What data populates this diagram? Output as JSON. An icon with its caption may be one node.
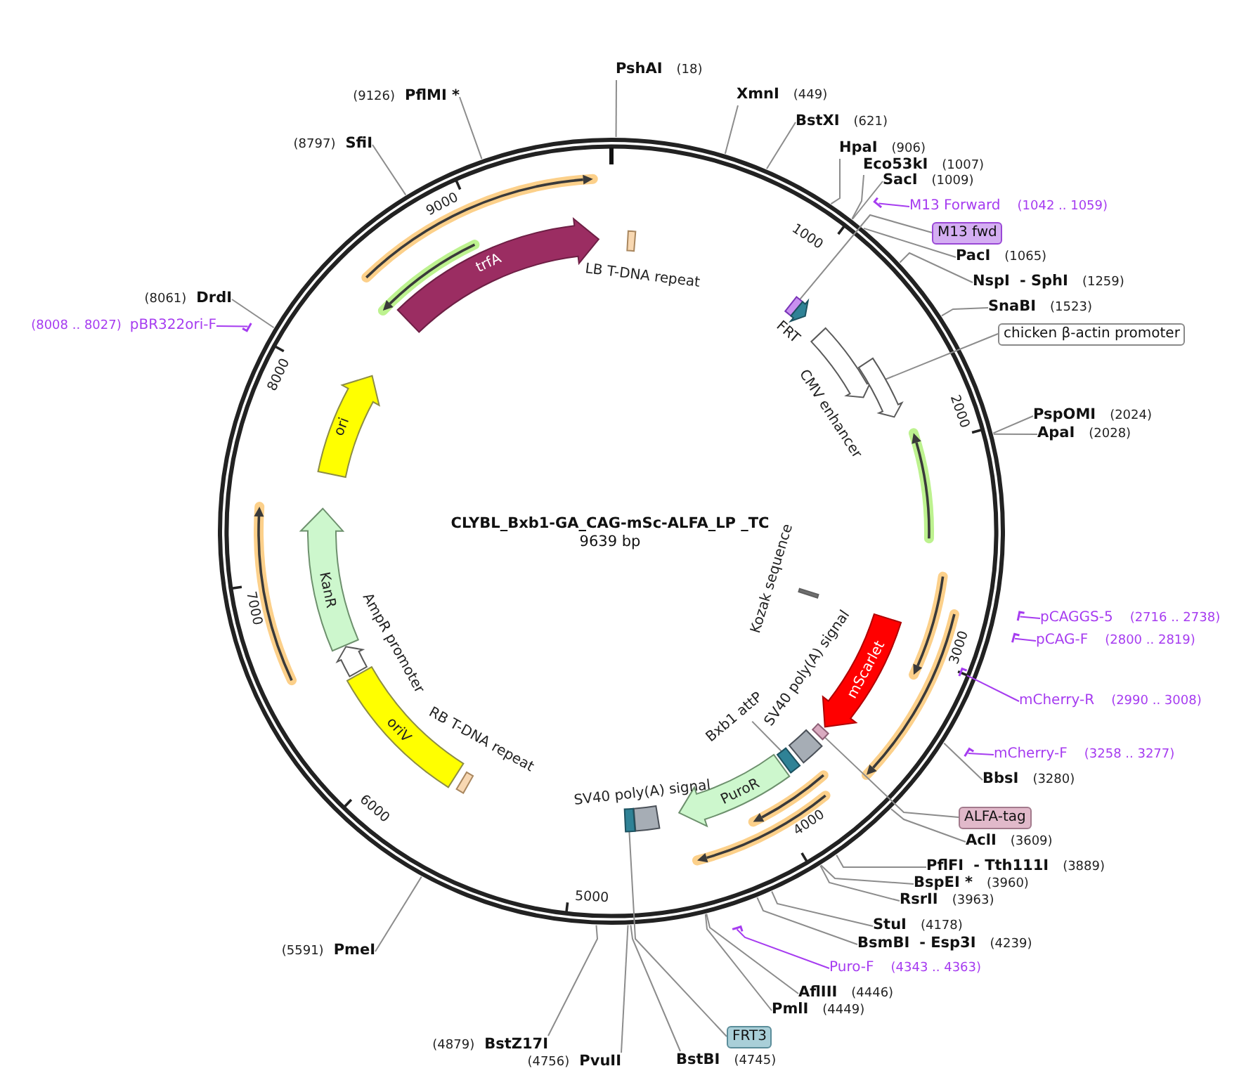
{
  "diagram": {
    "title": "CLYBL_Bxb1-GA_CAG-mSc-ALFA_LP _TC",
    "nodes": [
      {
        "text": [
          "PshAI",
          "(18)"
        ]
      },
      {
        "text": [
          "XmnI",
          "(449)"
        ]
      },
      {
        "text": [
          "BstXI",
          "(621)"
        ]
      },
      {
        "text": [
          "HpaI",
          "(906)"
        ]
      },
      {
        "text": [
          "Eco53kI",
          "(1007)"
        ]
      },
      {
        "text": [
          "SacI",
          "(1009)"
        ]
      },
      {
        "text": [
          "M13 Forward",
          "(1042 .. 1059)"
        ]
      },
      {
        "text": [],
        "shape": "arrow"
      },
      {
        "text": [
          "M13 fwd"
        ]
      },
      {
        "text": [
          "PacI",
          "(1065)"
        ]
      },
      {
        "text": [
          "NspI",
          "- SphI",
          "(1259)"
        ]
      },
      {
        "text": [
          "SnaBI",
          "(1523)"
        ]
      },
      {
        "text": [
          "chicken β-actin promoter"
        ]
      },
      {
        "text": [
          "PspOMI",
          "(2024)"
        ]
      },
      {
        "text": [
          "ApaI",
          "(2028)"
        ]
      },
      {
        "text": [
          "pCAGGS-5",
          "(2716 .. 2738)"
        ]
      },
      {
        "text": [],
        "shape": "arrow"
      },
      {
        "text": [
          "pCAG-F",
          "(2800 .. 2819)"
        ]
      },
      {
        "text": [],
        "shape": "arrow"
      },
      {
        "text": [
          "mCherry-R",
          "(2990 .. 3008)"
        ]
      },
      {
        "text": [],
        "shape": "arrow"
      },
      {
        "text": [
          "mCherry-F",
          "(3258 .. 3277)"
        ]
      },
      {
        "text": [],
        "shape": "arrow"
      },
      {
        "text": [
          "BbsI",
          "(3280)"
        ]
      },
      {
        "text": [
          "ALFA-tag"
        ]
      },
      {
        "text": [
          "AclI",
          "(3609)"
        ]
      },
      {
        "text": [
          "PflFI",
          "- Tth111I",
          "(3889)"
        ]
      },
      {
        "text": [
          "BspEI *",
          "(3960)"
        ]
      },
      {
        "text": [
          "RsrII",
          "(3963)"
        ]
      },
      {
        "text": [
          "StuI",
          "(4178)"
        ]
      },
      {
        "text": [
          "BsmBI",
          "- Esp3I",
          "(4239)"
        ]
      },
      {
        "text": [
          "Puro-F",
          "(4343 .. 4363)"
        ]
      },
      {
        "text": [],
        "shape": "arrow"
      },
      {
        "text": [
          "AflIII",
          "(4446)"
        ]
      },
      {
        "text": [
          "PmlI",
          "(4449)"
        ]
      },
      {
        "text": [
          "FRT3"
        ]
      },
      {
        "text": [
          "BstBI",
          "(4745)"
        ]
      },
      {
        "text": [
          "(4756)",
          "PvuII"
        ]
      },
      {
        "text": [
          "(4879)",
          "BstZ17I"
        ]
      },
      {
        "text": [
          "(5591)",
          "PmeI"
        ]
      },
      {
        "text": [
          "(8008 .. 8027)",
          "pBR322ori-F"
        ]
      },
      {
        "text": [],
        "shape": "arrow"
      },
      {
        "text": [
          "(8061)",
          "DrdI"
        ]
      },
      {
        "text": [
          "(8797)",
          "SfiI"
        ]
      },
      {
        "text": [
          "(9126)",
          "PflMI *"
        ]
      },
      {
        "text": [
          "LB T-DNA repeat"
        ]
      },
      {
        "text": [],
        "shape": "box"
      },
      {
        "text": [
          "FRT"
        ]
      },
      {
        "text": [
          "CMV enhancer"
        ]
      },
      {
        "text": [],
        "shape": "arrow"
      },
      {
        "text": [
          "Kozak sequence"
        ]
      },
      {
        "text": [
          "mScarlet"
        ]
      },
      {
        "text": [],
        "shape": "box"
      },
      {
        "text": [
          "SV40 poly(A) signal"
        ]
      },
      {
        "text": [
          "Bxb1 attP"
        ]
      },
      {
        "text": [],
        "shape": "box"
      },
      {
        "text": [
          "PuroR"
        ]
      },
      {
        "text": [
          "SV40 poly(A) signal"
        ]
      },
      {
        "text": [],
        "shape": "box"
      },
      {
        "text": [
          "RB T-DNA repeat"
        ]
      },
      {
        "text": [
          "oriV"
        ]
      },
      {
        "text": [
          "AmpR promoter"
        ]
      },
      {
        "text": [
          "KanR"
        ]
      },
      {
        "text": [
          "ori"
        ]
      },
      {
        "text": [
          "trfA"
        ]
      }
    ],
    "edges": [
      {
        "from": 0,
        "to": null,
        "arrow": "none"
      },
      {
        "from": 1,
        "to": null,
        "arrow": "none"
      },
      {
        "from": 2,
        "to": null,
        "arrow": "none"
      },
      {
        "from": 3,
        "to": null,
        "arrow": "none"
      },
      {
        "from": 4,
        "to": null,
        "arrow": "none"
      },
      {
        "from": 5,
        "to": null,
        "arrow": "none"
      },
      {
        "from": 6,
        "to": 7,
        "arrow": "none",
        "color": "#a63cf0"
      },
      {
        "from": 8,
        "to": 46,
        "arrow": "none"
      },
      {
        "from": 9,
        "to": null,
        "arrow": "none"
      },
      {
        "from": 10,
        "to": null,
        "arrow": "none"
      },
      {
        "from": 11,
        "to": null,
        "arrow": "none"
      },
      {
        "from": 12,
        "to": 49,
        "arrow": "none"
      },
      {
        "from": 13,
        "to": null,
        "arrow": "none"
      },
      {
        "from": 14,
        "to": null,
        "arrow": "none"
      },
      {
        "from": 15,
        "to": 16,
        "arrow": "none",
        "color": "#a63cf0"
      },
      {
        "from": 17,
        "to": 18,
        "arrow": "none",
        "color": "#a63cf0"
      },
      {
        "from": 19,
        "to": 20,
        "arrow": "none",
        "color": "#a63cf0"
      },
      {
        "from": 21,
        "to": 22,
        "arrow": "none",
        "color": "#a63cf0"
      },
      {
        "from": 23,
        "to": null,
        "arrow": "none"
      },
      {
        "from": 24,
        "to": 52,
        "arrow": "none"
      },
      {
        "from": 25,
        "to": null,
        "arrow": "none"
      },
      {
        "from": 26,
        "to": null,
        "arrow": "none"
      },
      {
        "from": 27,
        "to": null,
        "arrow": "none"
      },
      {
        "from": 28,
        "to": null,
        "arrow": "none"
      },
      {
        "from": 29,
        "to": null,
        "arrow": "none"
      },
      {
        "from": 30,
        "to": null,
        "arrow": "none"
      },
      {
        "from": 31,
        "to": 32,
        "arrow": "none",
        "color": "#a63cf0"
      },
      {
        "from": 33,
        "to": null,
        "arrow": "none"
      },
      {
        "from": 34,
        "to": null,
        "arrow": "none"
      },
      {
        "from": 35,
        "to": 58,
        "arrow": "none"
      },
      {
        "from": 36,
        "to": null,
        "arrow": "none"
      },
      {
        "from": 37,
        "to": null,
        "arrow": "none"
      },
      {
        "from": 38,
        "to": null,
        "arrow": "none"
      },
      {
        "from": 39,
        "to": null,
        "arrow": "none"
      },
      {
        "from": 40,
        "to": 41,
        "arrow": "none",
        "color": "#a63cf0"
      },
      {
        "from": 42,
        "to": null,
        "arrow": "none"
      },
      {
        "from": 43,
        "to": null,
        "arrow": "none"
      },
      {
        "from": 44,
        "to": null,
        "arrow": "none"
      },
      {
        "from": 54,
        "to": 55,
        "arrow": "none"
      }
    ],
    "labels": [
      "1000",
      "2000",
      "3000",
      "4000",
      "5000",
      "6000",
      "7000",
      "8000",
      "9000",
      "9639 bp"
    ]
  }
}
